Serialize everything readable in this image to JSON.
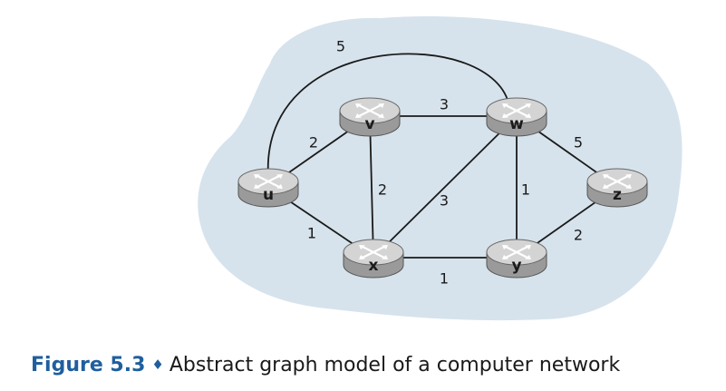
{
  "colors": {
    "cloud": "#d6e3ec",
    "caption_accent": "#1f5f9e",
    "router_top": "#d4d4d4",
    "router_side": "#9a9a9a",
    "line": "#1a1a1a"
  },
  "nodes": [
    {
      "id": "u",
      "label": "u"
    },
    {
      "id": "v",
      "label": "v"
    },
    {
      "id": "w",
      "label": "w"
    },
    {
      "id": "x",
      "label": "x"
    },
    {
      "id": "y",
      "label": "y"
    },
    {
      "id": "z",
      "label": "z"
    }
  ],
  "edges": [
    {
      "from": "u",
      "to": "w",
      "weight": "5"
    },
    {
      "from": "u",
      "to": "v",
      "weight": "2"
    },
    {
      "from": "u",
      "to": "x",
      "weight": "1"
    },
    {
      "from": "v",
      "to": "w",
      "weight": "3"
    },
    {
      "from": "v",
      "to": "x",
      "weight": "2"
    },
    {
      "from": "w",
      "to": "x",
      "weight": "3"
    },
    {
      "from": "w",
      "to": "y",
      "weight": "1"
    },
    {
      "from": "w",
      "to": "z",
      "weight": "5"
    },
    {
      "from": "x",
      "to": "y",
      "weight": "1"
    },
    {
      "from": "y",
      "to": "z",
      "weight": "2"
    }
  ],
  "caption": {
    "figure_number": "Figure 5.3",
    "separator": "♦",
    "text": "Abstract graph model of a computer network"
  }
}
